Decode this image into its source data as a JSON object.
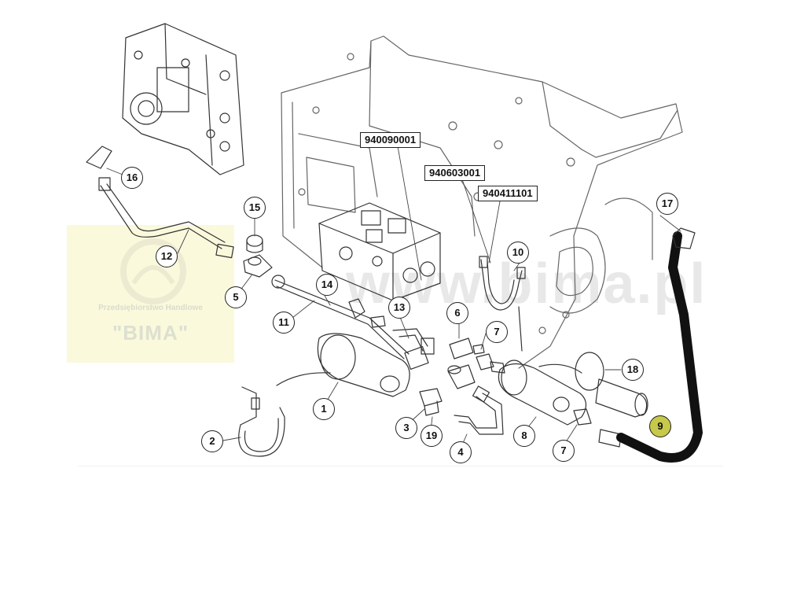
{
  "watermark": {
    "company_line": "Przedsiębiorstwo Handlowe",
    "company_name": "\"BIMA\"",
    "url_fragment": "www.bima.pl"
  },
  "callouts": [
    {
      "id": "1",
      "label": "1"
    },
    {
      "id": "2",
      "label": "2"
    },
    {
      "id": "3",
      "label": "3"
    },
    {
      "id": "4",
      "label": "4"
    },
    {
      "id": "5",
      "label": "5"
    },
    {
      "id": "6",
      "label": "6"
    },
    {
      "id": "7a",
      "label": "7"
    },
    {
      "id": "7b",
      "label": "7"
    },
    {
      "id": "8",
      "label": "8"
    },
    {
      "id": "9",
      "label": "9",
      "highlighted": true
    },
    {
      "id": "10",
      "label": "10"
    },
    {
      "id": "11",
      "label": "11"
    },
    {
      "id": "12",
      "label": "12"
    },
    {
      "id": "13",
      "label": "13"
    },
    {
      "id": "14",
      "label": "14"
    },
    {
      "id": "15",
      "label": "15"
    },
    {
      "id": "16",
      "label": "16"
    },
    {
      "id": "17",
      "label": "17"
    },
    {
      "id": "18",
      "label": "18"
    },
    {
      "id": "19",
      "label": "19"
    }
  ],
  "part_numbers": [
    "940090001",
    "940603001",
    "940411101"
  ],
  "colors": {
    "highlight": "#c6c94a",
    "line": "#222222",
    "watermark_bg": "#fbf9dc"
  }
}
